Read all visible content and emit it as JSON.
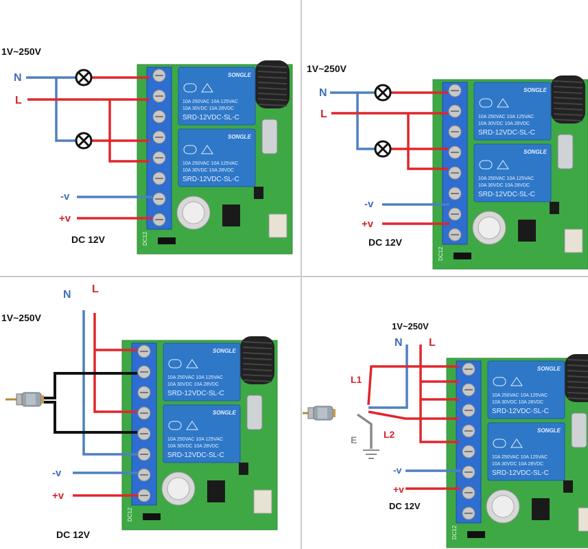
{
  "colors": {
    "neutral_wire": "#4f7fc0",
    "live_wire": "#e0262b",
    "black_wire": "#111111",
    "ground_wire": "#8a8a8a",
    "yellow_green": "#c9c84a",
    "neutral_label": "#3d6fb8",
    "live_label": "#d3242a",
    "text": "#111111",
    "board_green": "#3ea845",
    "relay_blue": "#2f78c8",
    "terminal_blue": "#2d6ed0",
    "screw": "#c8c8c8"
  },
  "relay": {
    "brand": "SONGLE",
    "spec_line1": "10A 250VAC  10A 125VAC",
    "spec_line2": "10A  30VDC  10A  28VDC",
    "model": "SRD-12VDC-SL-C",
    "board_mark": "DC12"
  },
  "panels": [
    {
      "id": "top-left",
      "voltage": "1V~250V",
      "n_label": "N",
      "l_label": "L",
      "neg_label": "-v",
      "pos_label": "+v",
      "dc_label": "DC 12V"
    },
    {
      "id": "top-right",
      "voltage": "1V~250V",
      "n_label": "N",
      "l_label": "L",
      "neg_label": "-v",
      "pos_label": "+v",
      "dc_label": "DC 12V"
    },
    {
      "id": "bottom-left",
      "voltage": "1V~250V",
      "n_label": "N",
      "l_label": "L",
      "neg_label": "-v",
      "pos_label": "+v",
      "dc_label": "DC 12V"
    },
    {
      "id": "bottom-right",
      "voltage": "1V~250V",
      "n_label": "N",
      "l_label": "L",
      "l1_label": "L1",
      "l2_label": "L2",
      "e_label": "E",
      "neg_label": "-v",
      "pos_label": "+v",
      "dc_label": "DC 12V"
    }
  ]
}
